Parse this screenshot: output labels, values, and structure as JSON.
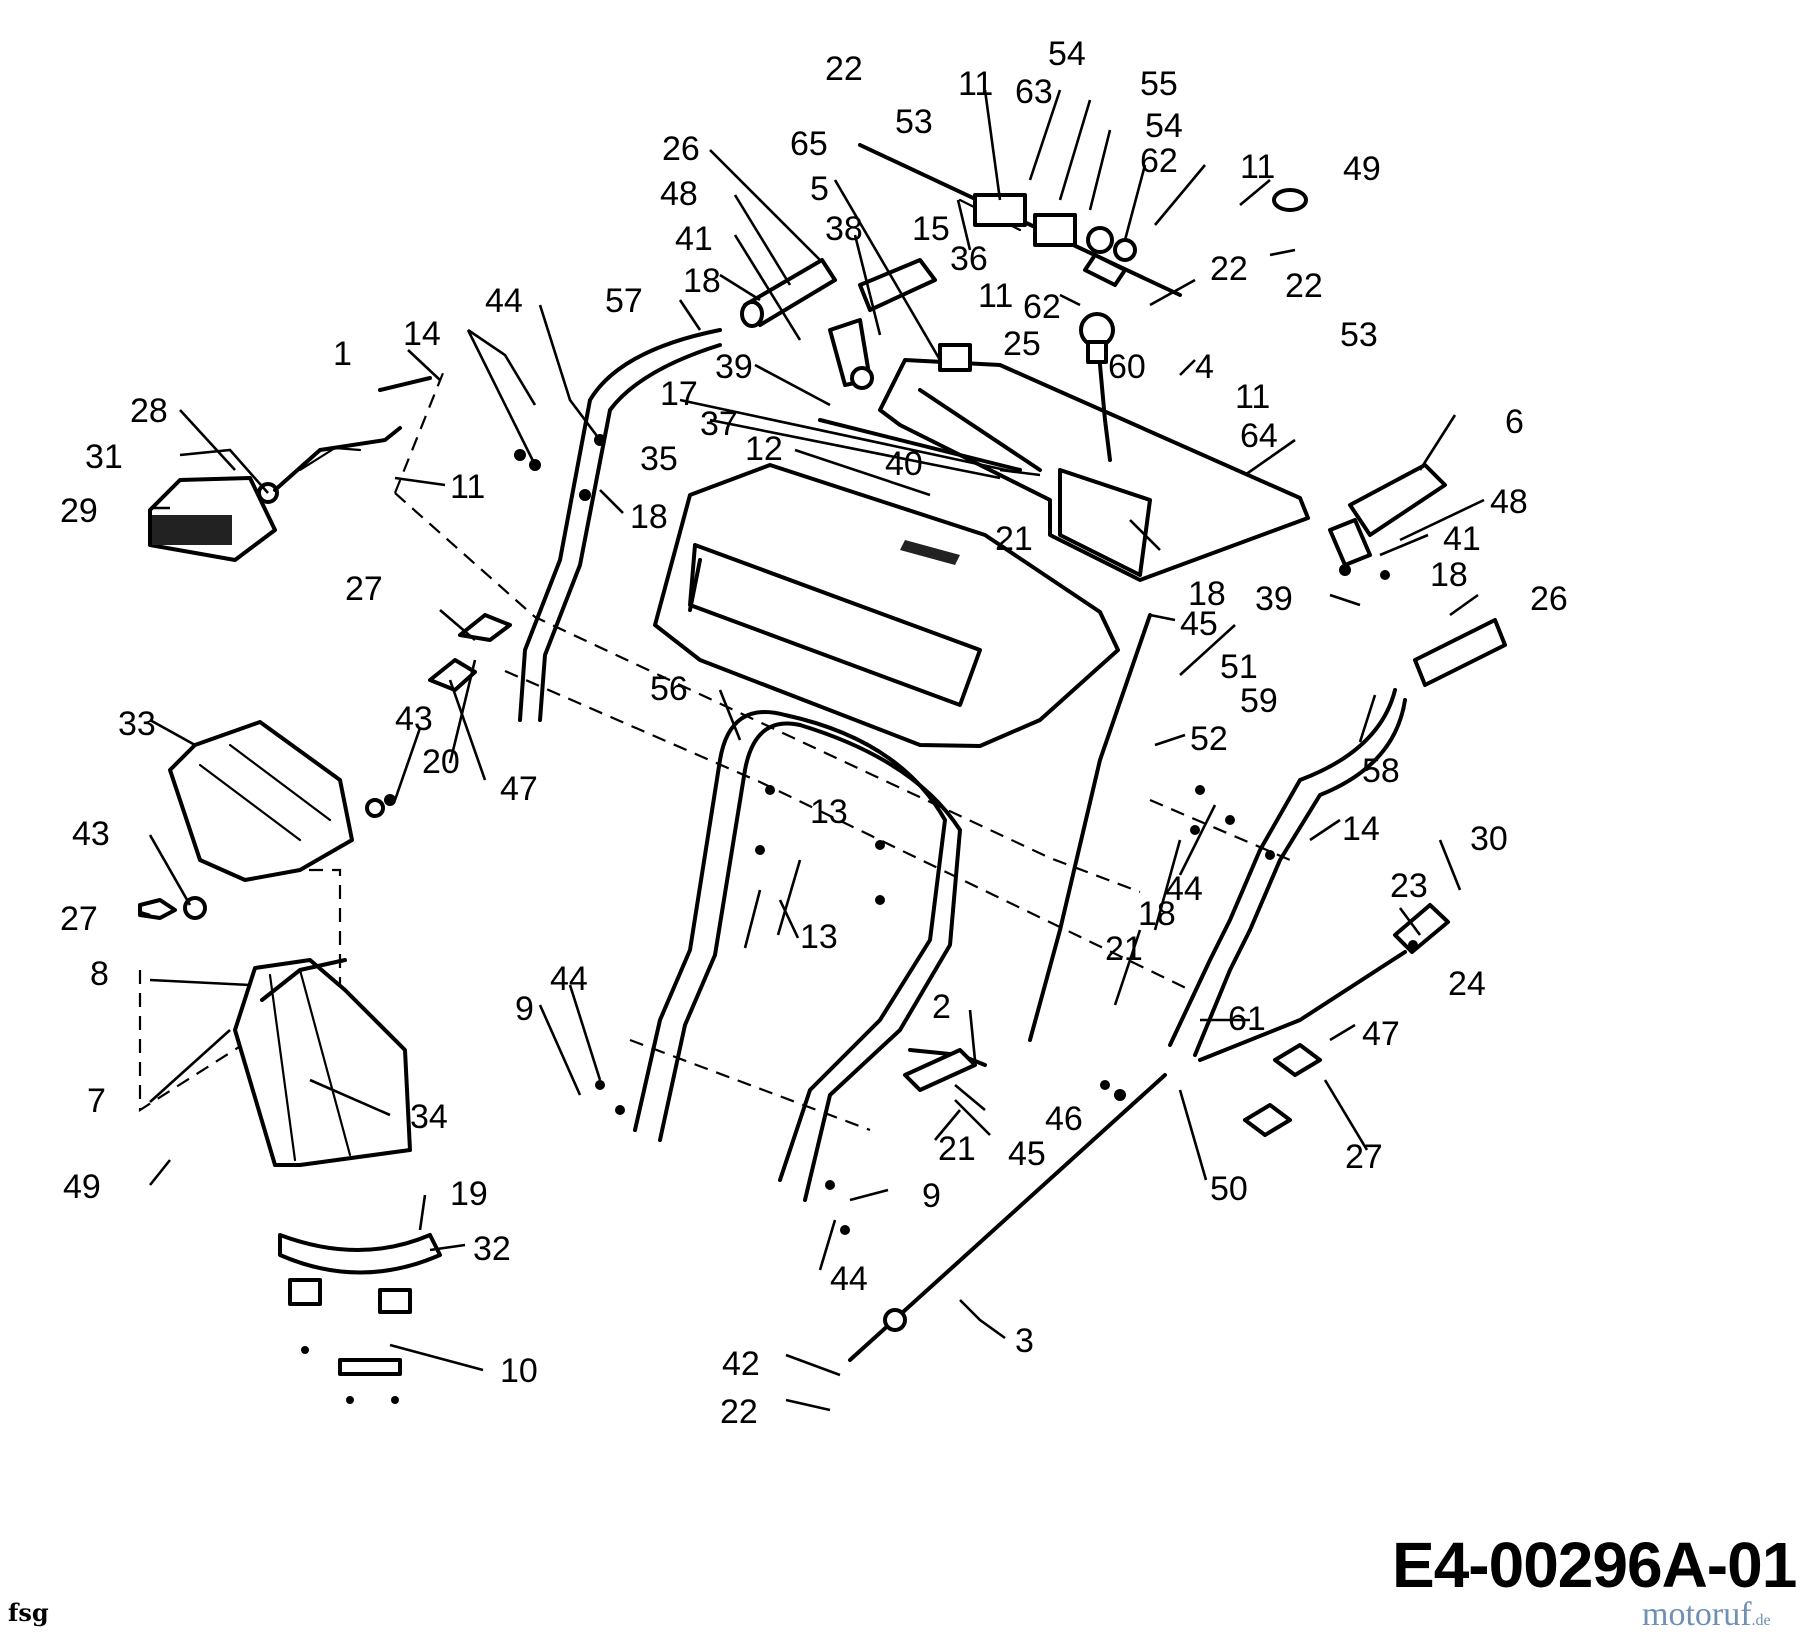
{
  "drawing_code": "E4-00296A-01",
  "initials": "fsg",
  "watermark": {
    "name": "motoruf",
    "suffix": ".de"
  },
  "callouts": {
    "c1": "1",
    "c2": "2",
    "c3": "3",
    "c4": "4",
    "c5": "5",
    "c6": "6",
    "c7": "7",
    "c8": "8",
    "c9a": "9",
    "c9b": "9",
    "c10": "10",
    "c11a": "11",
    "c11b": "11",
    "c11c": "11",
    "c11d": "11",
    "c11e": "11",
    "c12": "12",
    "c13a": "13",
    "c13b": "13",
    "c14a": "14",
    "c14b": "14",
    "c15": "15",
    "c17": "17",
    "c18a": "18",
    "c18b": "18",
    "c18c": "18",
    "c18d": "18",
    "c18e": "18",
    "c19": "19",
    "c20": "20",
    "c21a": "21",
    "c21b": "21",
    "c21c": "21",
    "c22a": "22",
    "c22b": "22",
    "c22c": "22",
    "c22d": "22",
    "c23": "23",
    "c24": "24",
    "c25": "25",
    "c26a": "26",
    "c26b": "26",
    "c27a": "27",
    "c27b": "27",
    "c27c": "27",
    "c28": "28",
    "c29": "29",
    "c30": "30",
    "c31": "31",
    "c32": "32",
    "c33": "33",
    "c34": "34",
    "c35": "35",
    "c36": "36",
    "c37": "37",
    "c38": "38",
    "c39a": "39",
    "c39b": "39",
    "c40": "40",
    "c41a": "41",
    "c41b": "41",
    "c42": "42",
    "c43a": "43",
    "c43b": "43",
    "c44a": "44",
    "c44b": "44",
    "c44c": "44",
    "c44d": "44",
    "c45a": "45",
    "c45b": "45",
    "c46": "46",
    "c47a": "47",
    "c47b": "47",
    "c48a": "48",
    "c48b": "48",
    "c49a": "49",
    "c49b": "49",
    "c50": "50",
    "c51": "51",
    "c52": "52",
    "c53a": "53",
    "c53b": "53",
    "c54a": "54",
    "c54b": "54",
    "c55": "55",
    "c56": "56",
    "c57": "57",
    "c58": "58",
    "c59": "59",
    "c60": "60",
    "c61": "61",
    "c62a": "62",
    "c62b": "62",
    "c63": "63",
    "c64": "64",
    "c65": "65"
  }
}
